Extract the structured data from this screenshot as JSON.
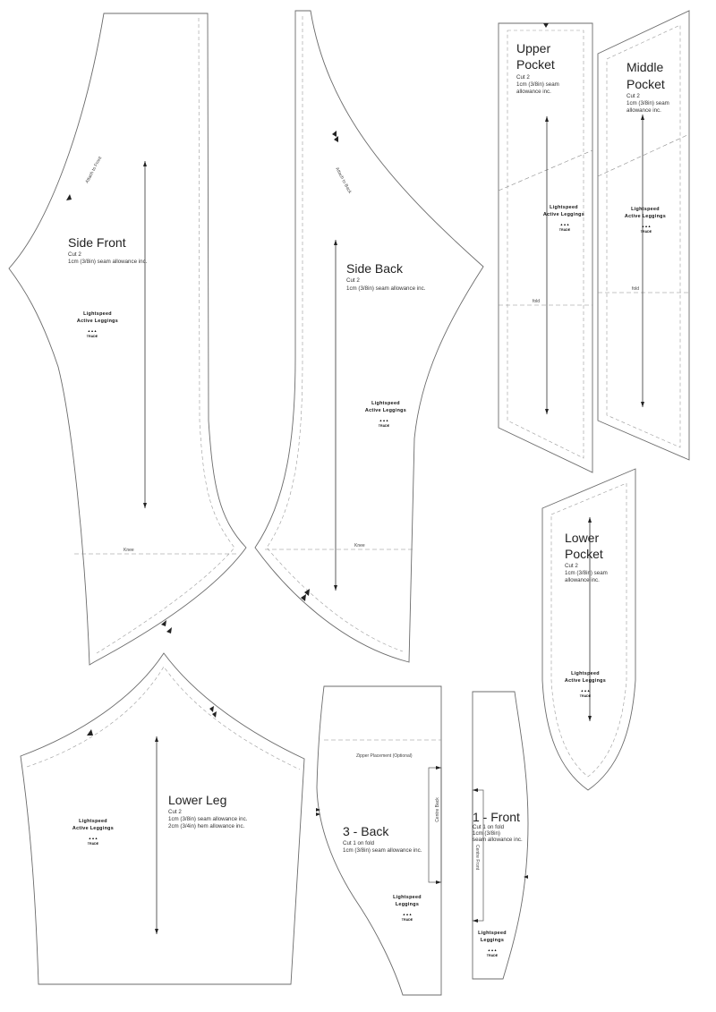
{
  "pieces": {
    "side_front": {
      "title": "Side Front",
      "cut": "Cut 2",
      "seam": "1cm (3/8in) seam allowance inc.",
      "attach": "Attach to Front",
      "knee": "Knee"
    },
    "side_back": {
      "title": "Side Back",
      "cut": "Cut 2",
      "seam": "1cm (3/8in) seam allowance inc.",
      "attach": "Attach to Back",
      "knee": "Knee"
    },
    "upper_pocket": {
      "title_1": "Upper",
      "title_2": "Pocket",
      "cut": "Cut 2",
      "seam_1": "1cm (3/8in) seam",
      "seam_2": "allowance inc.",
      "fold": "fold"
    },
    "middle_pocket": {
      "title_1": "Middle",
      "title_2": "Pocket",
      "cut": "Cut 2",
      "seam_1": "1cm (3/8in) seam",
      "seam_2": "allowance inc.",
      "fold": "fold"
    },
    "lower_pocket": {
      "title_1": "Lower",
      "title_2": "Pocket",
      "cut": "Cut 2",
      "seam_1": "1cm (3/8in) seam",
      "seam_2": "allowance inc."
    },
    "lower_leg": {
      "title": "Lower Leg",
      "cut": "Cut 2",
      "seam": "1cm (3/8in) seam allowance inc.",
      "hem": "2cm (3/4in) hem allowance inc."
    },
    "back": {
      "title": "3 - Back",
      "cut": "Cut 1 on fold",
      "seam": "1cm (3/8in) seam allowance inc.",
      "zipper": "Zipper Placement (Optional)",
      "centre": "Centre Back"
    },
    "front": {
      "title": "1 - Front",
      "cut": "Cut 1 on fold",
      "seam_1": "1cm (3/8in)",
      "seam_2": "seam allowance inc.",
      "centre": "Centre Front"
    }
  },
  "branding": {
    "line1": "Lightspeed",
    "line2_full": "Active Leggings",
    "line2_short": "Leggings",
    "logo_top": "▲▲▲",
    "logo_bottom": "TRADE"
  }
}
